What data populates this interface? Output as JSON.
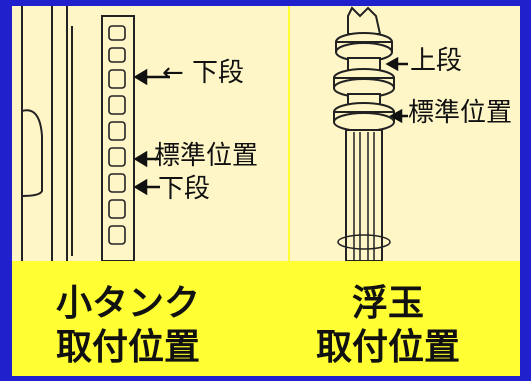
{
  "left_illustration": {
    "labels": {
      "lower_top": "← 下段",
      "standard": "標準位置",
      "lower_bottom": "下段"
    }
  },
  "right_illustration": {
    "labels": {
      "upper": "上段",
      "standard": "標準位置"
    }
  },
  "captions": {
    "left_line1": "小タンク",
    "left_line2": "取付位置",
    "right_line1": "浮玉",
    "right_line2": "取付位置"
  },
  "colors": {
    "border_blue": "#2020cc",
    "caption_yellow": "#ffff33",
    "illustration_bg": "#fff6c8"
  }
}
